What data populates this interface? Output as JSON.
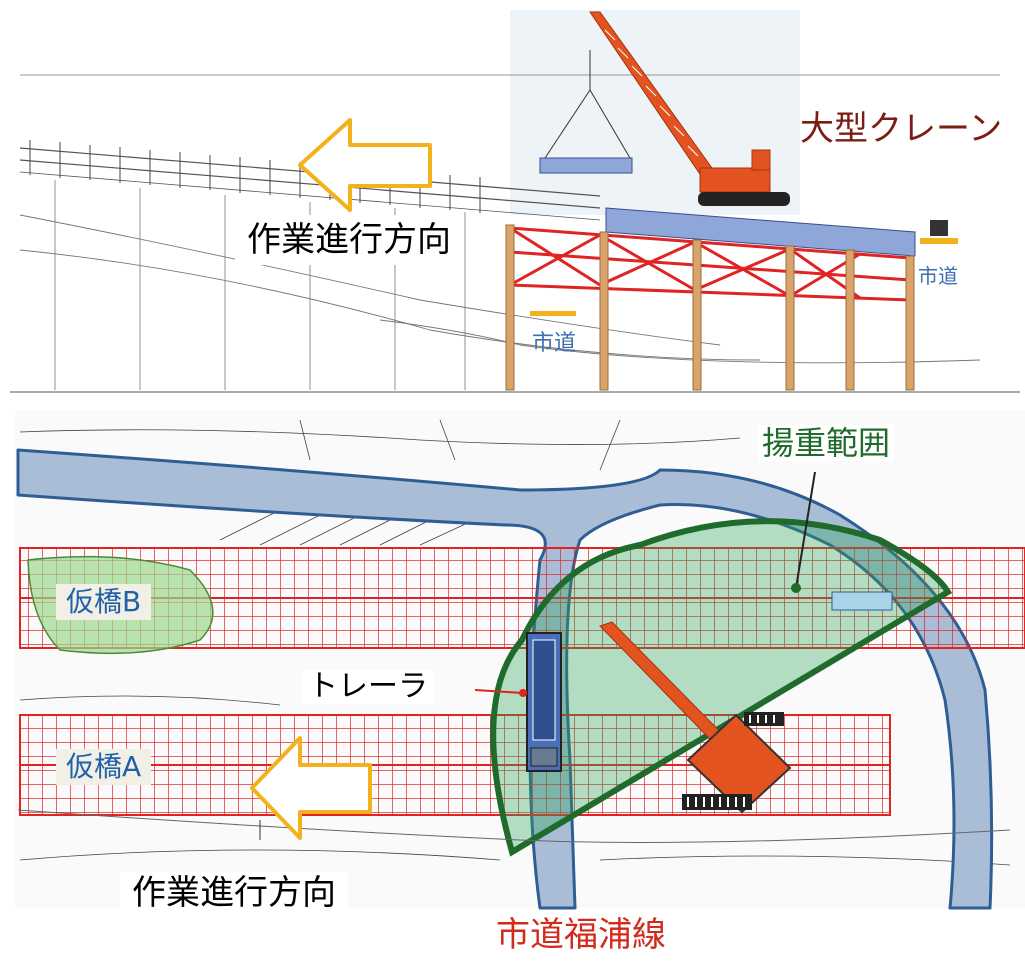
{
  "labels": {
    "large_crane": "大型クレーン",
    "work_direction_top": "作業進行方向",
    "city_road_elevation_1": "市道",
    "city_road_elevation_2": "市道",
    "lifting_range": "揚重範囲",
    "temp_bridge_b": "仮橋B",
    "trailer": "トレーラ",
    "temp_bridge_a": "仮橋A",
    "work_direction_bottom": "作業進行方向",
    "caption": "市道福浦線"
  },
  "colors": {
    "crane_body": "#e2531f",
    "truss_red": "#e02424",
    "pile_tan": "#d9a46b",
    "girder_blue": "#8fa6d9",
    "arrow_yellow": "#f3b21b",
    "road_blue": "#a9bed6",
    "lift_zone_green": "#2a8a3e",
    "caption_red": "#d42a1c"
  },
  "icons": [
    "crane-icon",
    "trailer-icon",
    "direction-arrow-icon",
    "roller-icon"
  ]
}
